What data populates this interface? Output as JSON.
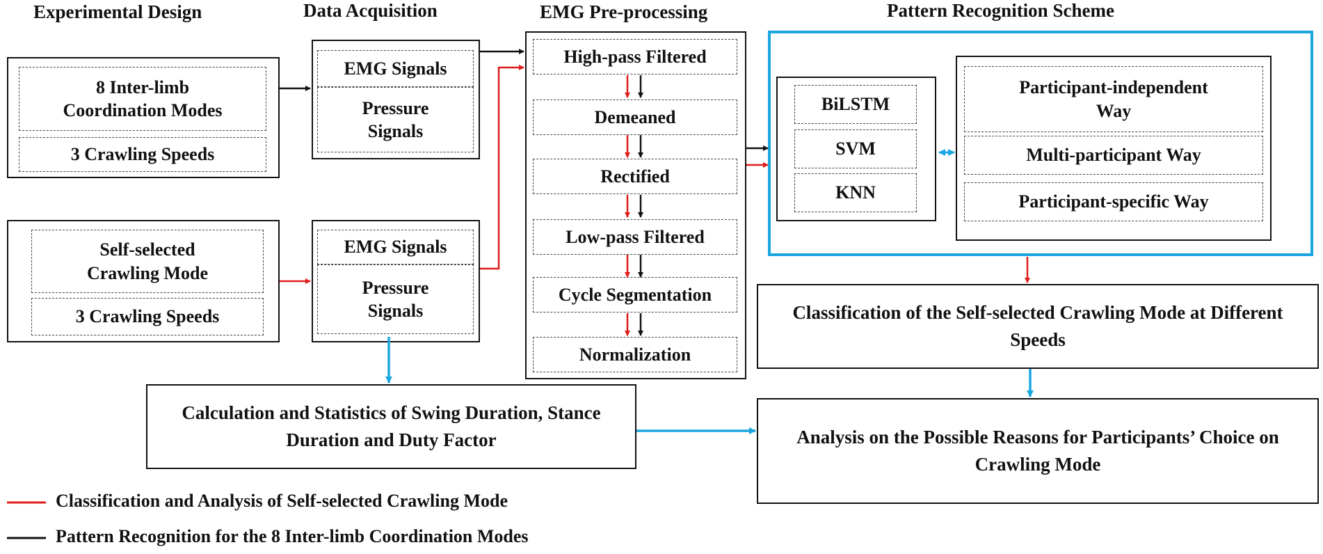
{
  "headers": {
    "experimental_design": "Experimental  Design",
    "data_acquisition": "Data Acquisition",
    "emg_preprocessing": "EMG Pre-processing",
    "pattern_recognition": "Pattern Recognition Scheme"
  },
  "experimental_design": {
    "group1": {
      "modes": "8 Inter-limb Coordination Modes",
      "speeds": "3 Crawling  Speeds"
    },
    "group2": {
      "mode": "Self-selected Crawling  Mode",
      "speeds": "3 Crawling  Speeds"
    }
  },
  "data_acquisition": {
    "group1": {
      "emg": "EMG Signals",
      "pressure": "Pressure Signals"
    },
    "group2": {
      "emg": "EMG Signals",
      "pressure": "Pressure Signals"
    }
  },
  "preprocessing_steps": [
    "High-pass  Filtered",
    "Demeaned",
    "Rectified",
    "Low-pass  Filtered",
    "Cycle Segmentation",
    "Normalization"
  ],
  "classifiers": [
    "BiLSTM",
    "SVM",
    "KNN"
  ],
  "schemes": [
    "Participant-independent Way",
    "Multi-participant  Way",
    "Participant-specific  Way"
  ],
  "classification_result": "Classification  of the Self-selected Crawling  Mode at Different Speeds",
  "gait_statistics": "Calculation and Statistics of Swing Duration, Stance Duration and Duty Factor",
  "analysis": "Analysis on the Possible Reasons for Participants’ Choice on Crawling  Mode",
  "legend": [
    {
      "label": "Classification  and Analysis  of Self-selected Crawling  Mode",
      "color": "#e01b1b"
    },
    {
      "label": "Pattern Recognition  for the 8 Inter-limb  Coordination  Modes",
      "color": "#111111"
    }
  ],
  "colors": {
    "red": "#e01b1b",
    "black": "#111111",
    "blue": "#1aa7e0"
  }
}
